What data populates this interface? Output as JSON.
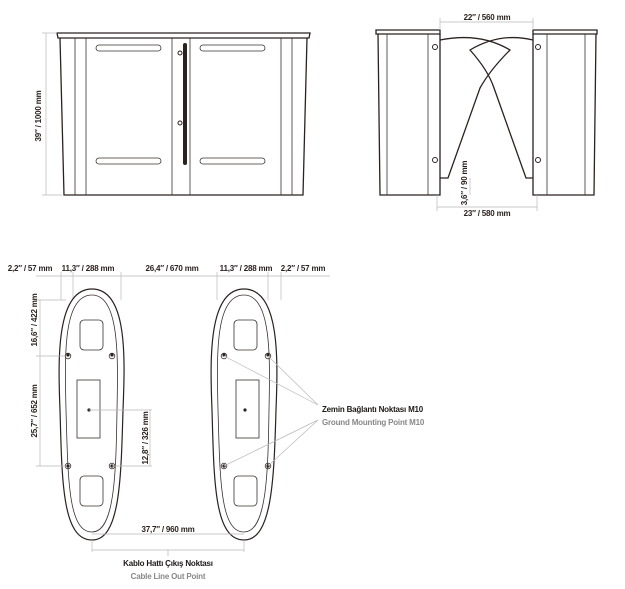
{
  "dimensions": {
    "front_height": "39″ / 1000 mm",
    "side_top_width": "22″ / 560 mm",
    "side_bottom_width": "23″ / 580 mm",
    "side_gap": "3,6″ / 90 mm",
    "plan_top": [
      "2,2″ / 57 mm",
      "11,3″ / 288 mm",
      "26,4″ / 670 mm",
      "11,3″ / 288 mm",
      "2,2″ / 57 mm"
    ],
    "plan_left_top": "16,6″ / 422 mm",
    "plan_left_mid": "25,7″ / 652 mm",
    "plan_center": "12,8″ / 326 mm",
    "plan_bottom": "37,7″ / 960 mm"
  },
  "callouts": {
    "mounting_tr": "Zemin Bağlantı Noktası M10",
    "mounting_en": "Ground Mounting Point M10",
    "cable_tr": "Kablo Hattı Çıkış Noktası",
    "cable_en": "Cable Line Out Point"
  },
  "colors": {
    "line": "#2b2120",
    "dimension": "#b9b9b9",
    "muted_text": "#888888"
  }
}
